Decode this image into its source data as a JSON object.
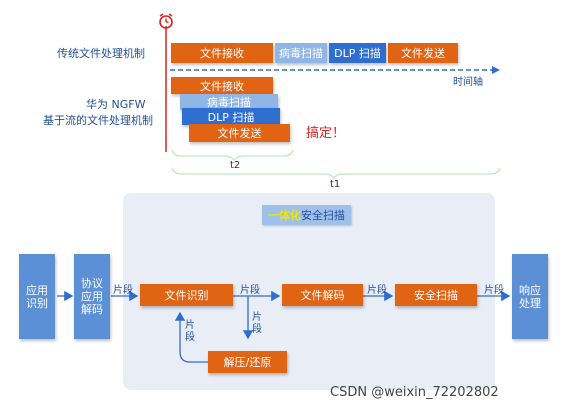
{
  "top": {
    "row1_label": "传统文件处理机制",
    "row1_boxes": [
      "文件接收",
      "病毒扫描",
      "DLP 扫描",
      "文件发送"
    ],
    "timeline_label": "时间轴",
    "row2_label_line1": "华为 NGFW",
    "row2_label_line2": "基于流的文件处理机制",
    "row2_boxes": [
      "文件接收",
      "病毒扫描",
      "DLP 扫描",
      "文件发送"
    ],
    "done_text": "搞定！",
    "t2": "t2",
    "t1": "t1"
  },
  "bottom": {
    "panel_title_highlight": "一体化",
    "panel_title_rest": "安全扫描",
    "app_identify": "应用\n识别",
    "protocol_decode": "协议\n应用\n解码",
    "segment": "片段",
    "file_identify": "文件识别",
    "file_decode": "文件解码",
    "security_scan": "安全扫描",
    "response": "响应\n处理",
    "decompress": "解压/还原",
    "vsegment": "片\n段"
  },
  "watermark": "CSDN @weixin_72202802",
  "colors": {
    "orange": "#e06414",
    "light_blue": "#8fb6e6",
    "dark_blue": "#2d6ed0",
    "side_blue": "#5b8fd6",
    "panel": "#e9edf5",
    "red": "#e02020",
    "highlight": "#f2e600"
  }
}
